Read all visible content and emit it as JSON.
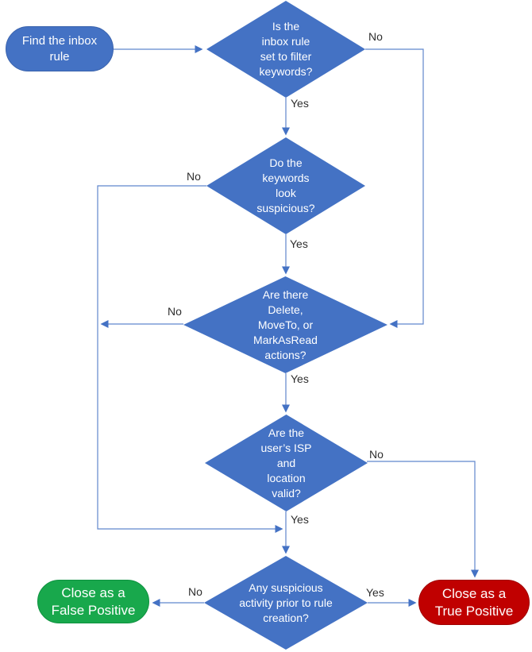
{
  "colors": {
    "node_blue": "#4472C4",
    "outcome_green": "#18A84C",
    "outcome_red": "#C00000",
    "connector_blue": "#4472C4",
    "edge_label_text": "#2E2E2E",
    "node_text": "#FFFFFF"
  },
  "flowchart": {
    "start": "Find the inbox\nrule",
    "decisions": {
      "filter_keywords": "Is the\ninbox rule\nset to filter\nkeywords?",
      "keywords_suspicious": "Do the\nkeywords\nlook\nsuspicious?",
      "rule_actions": "Are there\nDelete,\nMoveTo, or\nMarkAsRead\nactions?",
      "isp_location": "Are the\nuser’s ISP\nand\nlocation\nvalid?",
      "prior_activity": "Any suspicious\nactivity prior to rule\ncreation?"
    },
    "outcomes": {
      "false_positive": "Close as a\nFalse Positive",
      "true_positive": "Close as a\nTrue Positive"
    },
    "edge_labels": {
      "filter_keywords_no": "No",
      "filter_keywords_yes": "Yes",
      "keywords_suspicious_no": "No",
      "keywords_suspicious_yes": "Yes",
      "rule_actions_no": "No",
      "rule_actions_yes": "Yes",
      "isp_location_no": "No",
      "isp_location_yes": "Yes",
      "prior_activity_no": "No",
      "prior_activity_yes": "Yes"
    }
  }
}
